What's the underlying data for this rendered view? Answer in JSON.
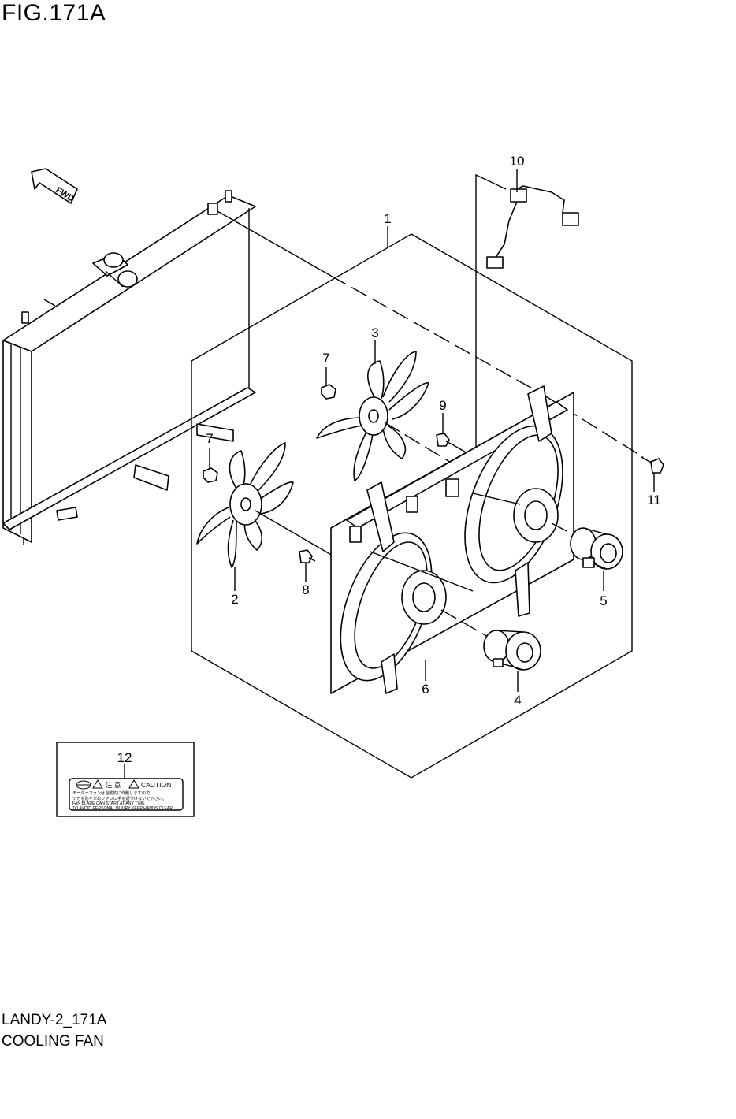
{
  "figure": {
    "title": "FIG.171A",
    "code": "LANDY-2_171A",
    "name": "COOLING FAN"
  },
  "fwd_label": "FWD",
  "callouts": {
    "c1": "1",
    "c2": "2",
    "c3": "3",
    "c4": "4",
    "c5": "5",
    "c6": "6",
    "c7a": "7",
    "c7b": "7",
    "c8": "8",
    "c9": "9",
    "c10": "10",
    "c11": "11",
    "c12": "12"
  },
  "caution_label": {
    "heading_jp": "注 意",
    "heading_en": "CAUTION",
    "line1": "モーターファンは自動的に作動しますので、",
    "line2": "ケガを防ぐためファンに手を近づけないで下さい。",
    "line3": "FAN BLADE CAN START AT ANY TIME",
    "line4": "TO AVOID PERSONAL INJURY KEEP HANDS CLEAR"
  },
  "icons": {
    "fwd": "fwd-arrow-icon",
    "warning": "warning-triangle-icon"
  }
}
